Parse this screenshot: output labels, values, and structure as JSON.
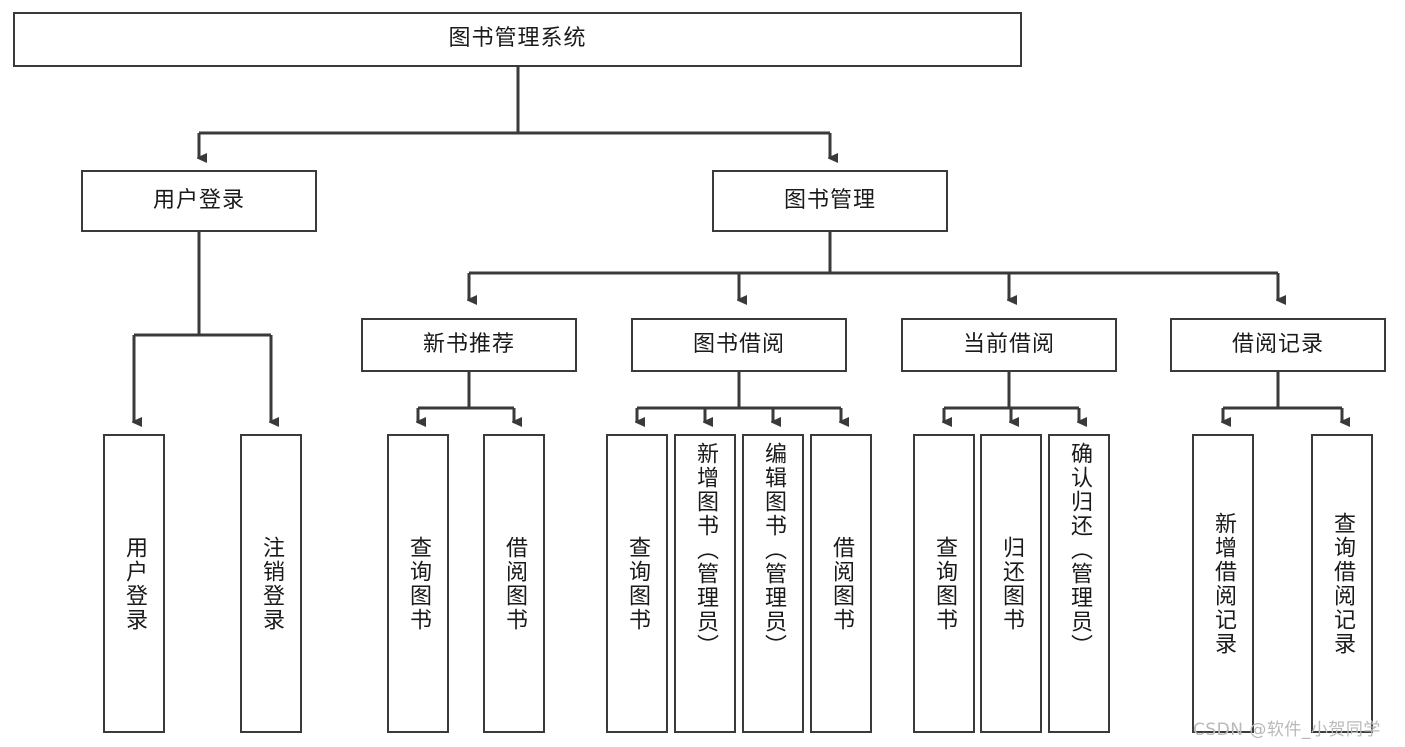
{
  "diagram": {
    "type": "tree-hierarchy",
    "title": "图书管理系统",
    "watermark": "CSDN @软件_小贺同学",
    "colors": {
      "stroke": "#3a3a3a",
      "fill": "#ffffff",
      "text": "#1a1a1a",
      "watermark": "#b9b9b9",
      "background": "#ffffff"
    },
    "levels": [
      {
        "level": 1,
        "nodes": [
          {
            "id": "root",
            "label": "图书管理系统",
            "orientation": "horizontal"
          }
        ]
      },
      {
        "level": 2,
        "nodes": [
          {
            "id": "login",
            "label": "用户登录",
            "orientation": "horizontal",
            "parent": "root"
          },
          {
            "id": "bookmgmt",
            "label": "图书管理",
            "orientation": "horizontal",
            "parent": "root"
          }
        ]
      },
      {
        "level": 3,
        "nodes": [
          {
            "id": "newbook",
            "label": "新书推荐",
            "orientation": "horizontal",
            "parent": "bookmgmt"
          },
          {
            "id": "borrow",
            "label": "图书借阅",
            "orientation": "horizontal",
            "parent": "bookmgmt"
          },
          {
            "id": "current",
            "label": "当前借阅",
            "orientation": "horizontal",
            "parent": "bookmgmt"
          },
          {
            "id": "records",
            "label": "借阅记录",
            "orientation": "horizontal",
            "parent": "bookmgmt"
          }
        ]
      },
      {
        "level": 4,
        "nodes": [
          {
            "id": "leaf-user-login",
            "label": "用户登录",
            "orientation": "vertical",
            "parent": "login"
          },
          {
            "id": "leaf-user-logout",
            "label": "注销登录",
            "orientation": "vertical",
            "parent": "login"
          },
          {
            "id": "leaf-query-book-1",
            "label": "查询图书",
            "orientation": "vertical",
            "parent": "newbook"
          },
          {
            "id": "leaf-borrow-book-1",
            "label": "借阅图书",
            "orientation": "vertical",
            "parent": "newbook"
          },
          {
            "id": "leaf-query-book-2",
            "label": "查询图书",
            "orientation": "vertical",
            "parent": "borrow"
          },
          {
            "id": "leaf-add-book",
            "label": "新增图书（管理员）",
            "orientation": "vertical",
            "parent": "borrow"
          },
          {
            "id": "leaf-edit-book",
            "label": "编辑图书（管理员）",
            "orientation": "vertical",
            "parent": "borrow"
          },
          {
            "id": "leaf-borrow-book-2",
            "label": "借阅图书",
            "orientation": "vertical",
            "parent": "borrow"
          },
          {
            "id": "leaf-query-book-3",
            "label": "查询图书",
            "orientation": "vertical",
            "parent": "current"
          },
          {
            "id": "leaf-return-book",
            "label": "归还图书",
            "orientation": "vertical",
            "parent": "current"
          },
          {
            "id": "leaf-confirm-return",
            "label": "确认归还（管理员）",
            "orientation": "vertical",
            "parent": "current"
          },
          {
            "id": "leaf-add-record",
            "label": "新增借阅记录",
            "orientation": "vertical",
            "parent": "records"
          },
          {
            "id": "leaf-query-record",
            "label": "查询借阅记录",
            "orientation": "vertical",
            "parent": "records"
          }
        ]
      }
    ]
  }
}
